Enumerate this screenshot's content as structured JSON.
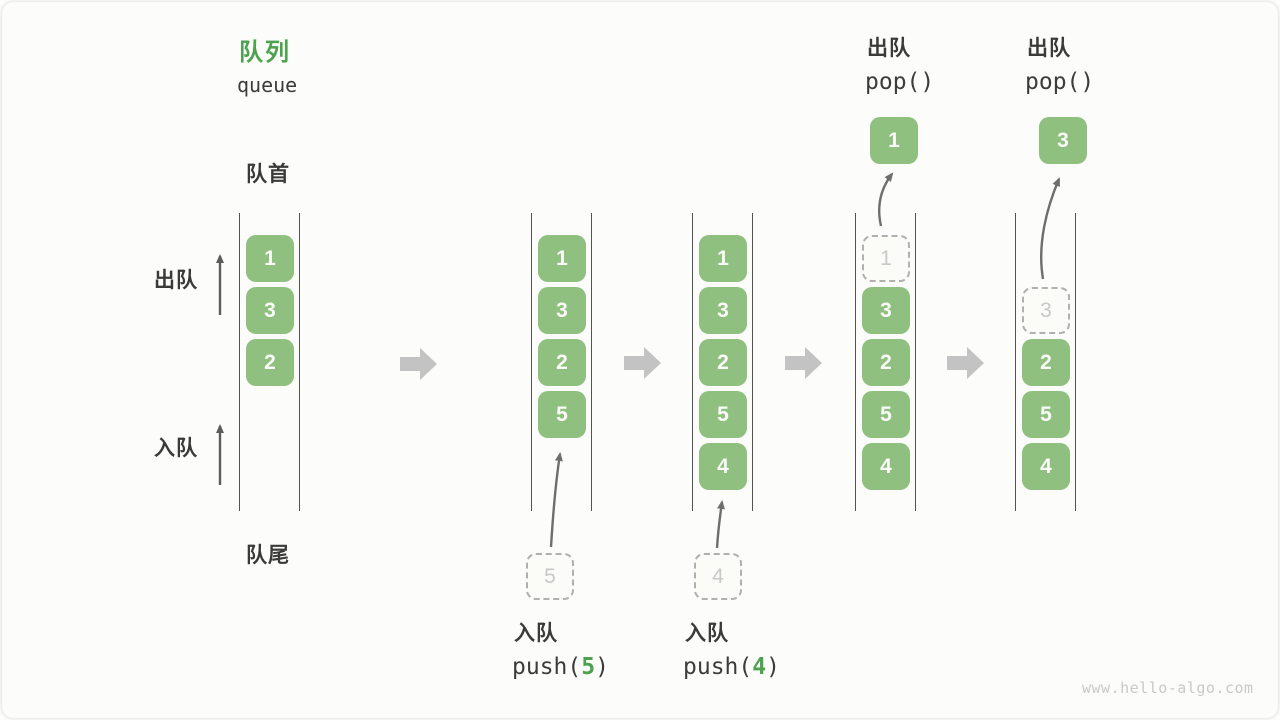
{
  "title": {
    "zh": "队列",
    "en": "queue"
  },
  "side_labels": {
    "front": "队首",
    "rear": "队尾",
    "dequeue": "出队",
    "enqueue": "入队"
  },
  "states": [
    {
      "slots": [
        "1",
        "3",
        "2"
      ]
    },
    {
      "slots": [
        "1",
        "3",
        "2",
        "5"
      ],
      "incoming": "5"
    },
    {
      "slots": [
        "1",
        "3",
        "2",
        "5",
        "4"
      ],
      "incoming": "4"
    },
    {
      "ghost": "1",
      "slots": [
        "3",
        "2",
        "5",
        "4"
      ],
      "popped": "1"
    },
    {
      "ghost": "3",
      "slots": [
        "2",
        "5",
        "4"
      ],
      "popped": "3"
    }
  ],
  "ops": {
    "push5": {
      "zh": "入队",
      "prefix": "push(",
      "arg": "5",
      "suffix": ")"
    },
    "push4": {
      "zh": "入队",
      "prefix": "push(",
      "arg": "4",
      "suffix": ")"
    },
    "pop1": {
      "zh": "出队",
      "code": "pop()"
    },
    "pop2": {
      "zh": "出队",
      "code": "pop()"
    }
  },
  "watermark": "www.hello-algo.com",
  "colors": {
    "box_green": "#8fc080",
    "accent_green": "#4ca24e",
    "dark_text": "#3a3a3a",
    "line": "#555351",
    "block_arrow": "#c3c3c3",
    "curved_arrow": "#6e6e6e",
    "ghost_border": "#b0b0ae",
    "ghost_text": "#c8c8c6",
    "watermark": "#c9c9c7",
    "background": "#fcfcfa"
  }
}
